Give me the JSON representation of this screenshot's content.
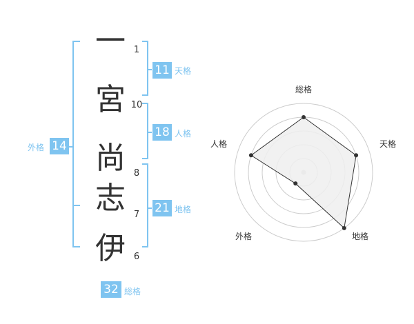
{
  "name": {
    "chars": [
      {
        "char": "一",
        "strokes": "1"
      },
      {
        "char": "宮",
        "strokes": "10"
      },
      {
        "char": "尚",
        "strokes": "8"
      },
      {
        "char": "志",
        "strokes": "7"
      },
      {
        "char": "伊",
        "strokes": "6"
      }
    ]
  },
  "fortunes": {
    "tenkaku": {
      "value": "11",
      "label": "天格"
    },
    "jinkaku": {
      "value": "18",
      "label": "人格"
    },
    "chikaku": {
      "value": "21",
      "label": "地格"
    },
    "gaikaku": {
      "value": "14",
      "label": "外格"
    },
    "soukaku": {
      "value": "32",
      "label": "総格"
    }
  },
  "chart_data": {
    "type": "radar",
    "axes": [
      "総格",
      "天格",
      "地格",
      "外格",
      "人格"
    ],
    "values": [
      4,
      4,
      5,
      1,
      4
    ],
    "max": 5,
    "rings": 5
  },
  "colors": {
    "accent": "#7fc4f0",
    "bracket": "#7fc4f0",
    "text": "#333333",
    "radar_fill": "#eeeeee",
    "radar_line": "#333333",
    "ring": "#cccccc"
  }
}
